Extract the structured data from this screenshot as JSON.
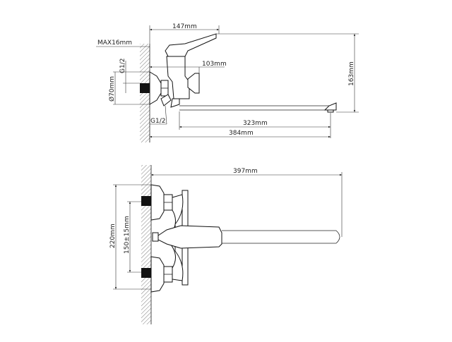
{
  "drawing": {
    "title": "Wall-mounted faucet dimensional drawing",
    "line_color": "#222222",
    "background": "#ffffff",
    "side_view": {
      "dimensions": {
        "spout_handle_reach": "147mm",
        "wall_max": "MAX16mm",
        "body_to_valve": "103mm",
        "thread_top": "G1/2",
        "flange_diameter": "Ø70mm",
        "thread_bottom": "G1/2",
        "height": "163mm",
        "spout_inner": "323mm",
        "spout_total": "384mm"
      }
    },
    "front_view": {
      "dimensions": {
        "total_length": "397mm",
        "overall_height": "220mm",
        "center_distance": "150±15mm"
      }
    }
  }
}
